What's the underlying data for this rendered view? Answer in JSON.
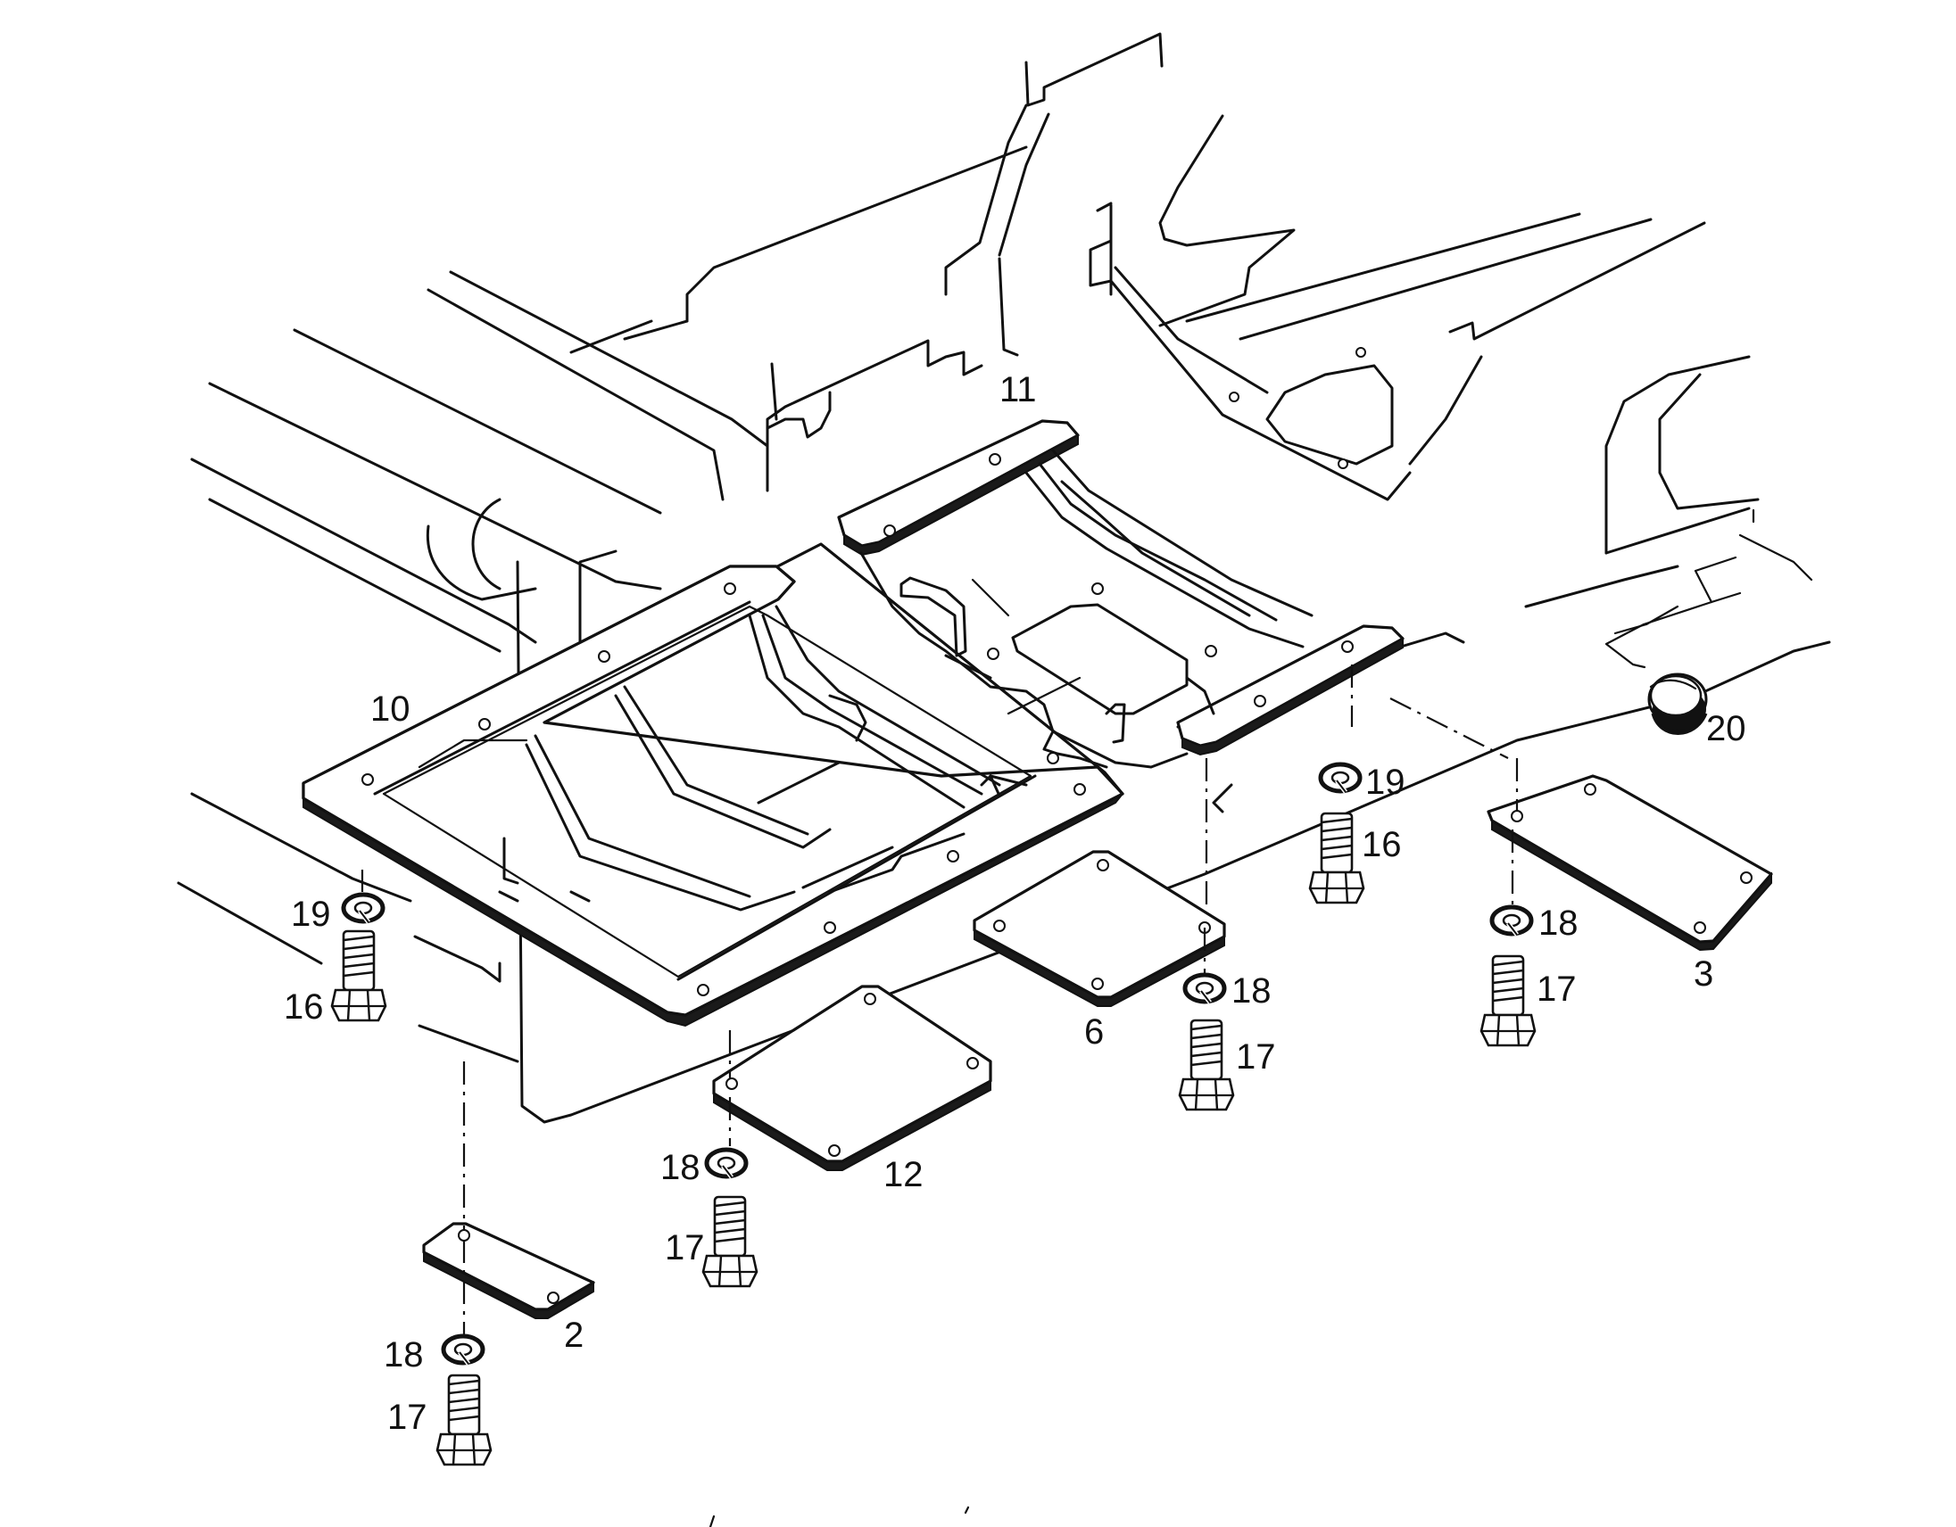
{
  "callouts": [
    {
      "id": "c10",
      "text": "10"
    },
    {
      "id": "c11",
      "text": "11"
    },
    {
      "id": "c20",
      "text": "20"
    },
    {
      "id": "c19a",
      "text": "19"
    },
    {
      "id": "c16a",
      "text": "16"
    },
    {
      "id": "c19b",
      "text": "19"
    },
    {
      "id": "c16b",
      "text": "16"
    },
    {
      "id": "c18a",
      "text": "18"
    },
    {
      "id": "c17a",
      "text": "17"
    },
    {
      "id": "c3",
      "text": "3"
    },
    {
      "id": "c6",
      "text": "6"
    },
    {
      "id": "c18b",
      "text": "18"
    },
    {
      "id": "c17b",
      "text": "17"
    },
    {
      "id": "c12",
      "text": "12"
    },
    {
      "id": "c18c",
      "text": "18"
    },
    {
      "id": "c17c",
      "text": "17"
    },
    {
      "id": "c2",
      "text": "2"
    },
    {
      "id": "c18d",
      "text": "18"
    },
    {
      "id": "c17d",
      "text": "17"
    }
  ]
}
